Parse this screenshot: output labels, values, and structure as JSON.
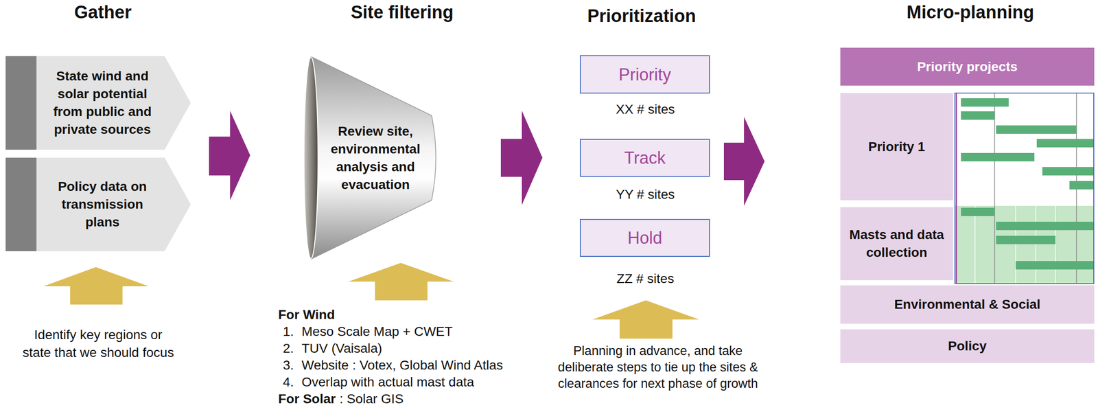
{
  "diagram": {
    "nodes": [
      {
        "text": [
          "State wind and solar potential from public and private sources"
        ]
      },
      {
        "text": [
          "Policy data on transmission plans"
        ]
      },
      {
        "text": [
          "Review site, environmental analysis and evacuation"
        ]
      },
      {
        "text": [
          "Priority"
        ]
      },
      {
        "text": [
          "Track"
        ]
      },
      {
        "text": [
          "Hold"
        ]
      },
      {
        "text": [
          "Priority projects"
        ]
      },
      {
        "text": [
          "Priority 1"
        ]
      },
      {
        "text": [
          "Masts and data collection"
        ]
      },
      {
        "text": [
          "Environmental & Social"
        ]
      },
      {
        "text": [
          "Policy"
        ]
      }
    ],
    "labels": [
      "Gather",
      "Site filtering",
      "Prioritization",
      "Micro-planning",
      "Identify key regions or state that we should focus",
      "For Wind",
      "1.",
      "Meso Scale Map + CWET",
      "2.",
      "TUV (Vaisala)",
      "3.",
      "Website : Votex, Global Wind Atlas",
      "4.",
      "Overlap with actual mast data",
      "For Solar",
      ": Solar GIS",
      "XX # sites",
      "YY # sites",
      "ZZ # sites",
      "Planning in advance, and take deliberate steps to tie up the sites & clearances for next phase of growth"
    ]
  }
}
